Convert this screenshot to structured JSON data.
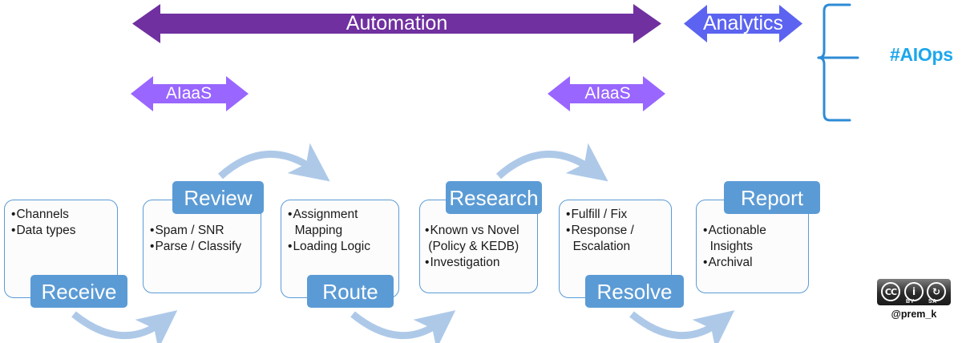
{
  "banner": {
    "automation": {
      "label": "Automation",
      "color": "#7030A0"
    },
    "analytics": {
      "label": "Analytics",
      "color": "#5B63F0"
    },
    "aiaas_left": {
      "label": "AIaaS",
      "color": "#9966FF"
    },
    "aiaas_right": {
      "label": "AIaaS",
      "color": "#9966FF"
    },
    "aiops": {
      "label": "#AIOps",
      "color": "#1CA7EC"
    }
  },
  "process": {
    "accent_color": "#5B9BD5",
    "stages": [
      {
        "name": "Receive",
        "items": [
          "Channels",
          "Data types"
        ]
      },
      {
        "name": "Review",
        "items": [
          "Spam / SNR",
          "Parse / Classify"
        ]
      },
      {
        "name": "Route",
        "items": [
          "Assignment",
          "  Mapping",
          "Loading Logic"
        ]
      },
      {
        "name": "Research",
        "items": [
          "Known vs Novel",
          " (Policy & KEDB)",
          "Investigation"
        ]
      },
      {
        "name": "Resolve",
        "items": [
          "Fulfill / Fix",
          "Response /",
          "  Escalation"
        ]
      },
      {
        "name": "Report",
        "items": [
          "Actionable",
          "  Insights",
          "Archival"
        ]
      }
    ]
  },
  "credit": {
    "license": "CC",
    "license_by": "BY",
    "license_sa": "SA",
    "handle": "@prem_k"
  }
}
